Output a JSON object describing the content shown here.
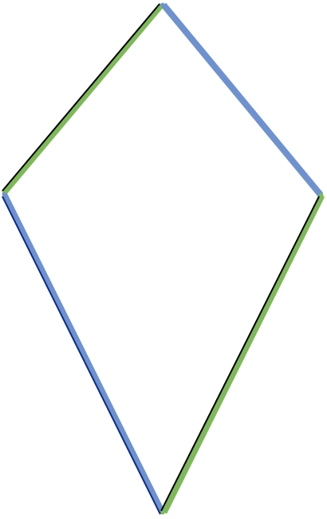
{
  "diagram": {
    "shape": "kite",
    "edges": [
      {
        "name": "edge-top-left",
        "color": "#7fb85a",
        "outline": "#000000"
      },
      {
        "name": "edge-top-right",
        "color": "#6f92cf",
        "outline": "#6f92cf"
      },
      {
        "name": "edge-bottom-left",
        "color": "#6f92cf",
        "outline": "#0b2a8a"
      },
      {
        "name": "edge-bottom-right",
        "color": "#7fb85a",
        "outline": "#000000"
      }
    ],
    "background": "#ffffff"
  }
}
